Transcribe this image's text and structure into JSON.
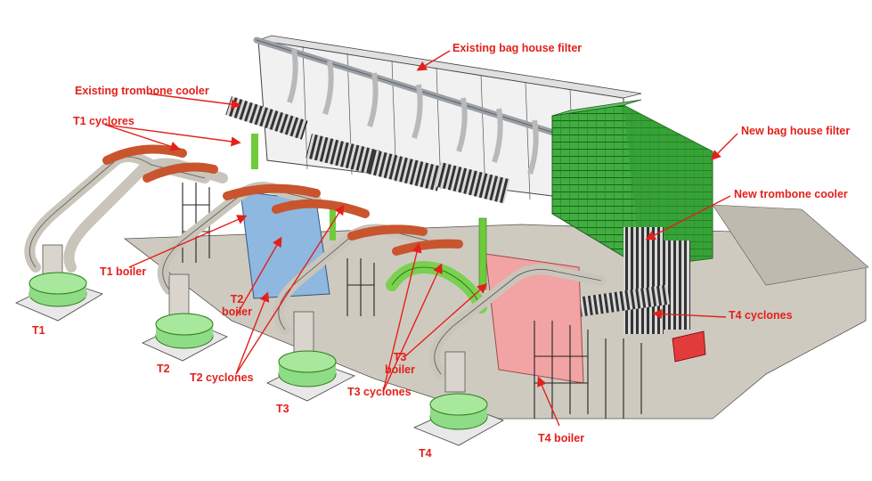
{
  "labels": {
    "existing_bag_house_filter": "Existing bag house filter",
    "existing_trombone_cooler": "Existing trombone cooler",
    "t1_cyclones": "T1 cyclores",
    "new_bag_house_filter": "New bag house filter",
    "new_trombone_cooler": "New trombone cooler",
    "t1_boiler": "T1 boiler",
    "t2_boiler_line1": "T2",
    "t2_boiler_line2": "boiler",
    "t2_cyclones": "T2 cyclones",
    "t3_boiler_line1": "T3",
    "t3_boiler_line2": "boiler",
    "t3_cyclones": "T3 cyclones",
    "t4_cyclones": "T4 cyclones",
    "t4_boiler": "T4 boiler",
    "t1": "T1",
    "t2": "T2",
    "t3": "T3",
    "t4": "T4"
  },
  "colors": {
    "label_red": "#e3201b",
    "cyclone_orange": "#c8552e",
    "bag_filter_green": "#3fae3f",
    "boiler_blue": "#8fb8e0",
    "boiler_pink": "#f2a3a3",
    "duct_grey": "#c9c5bb",
    "base_green": "#8fdc86",
    "building_grey": "#ececec"
  }
}
